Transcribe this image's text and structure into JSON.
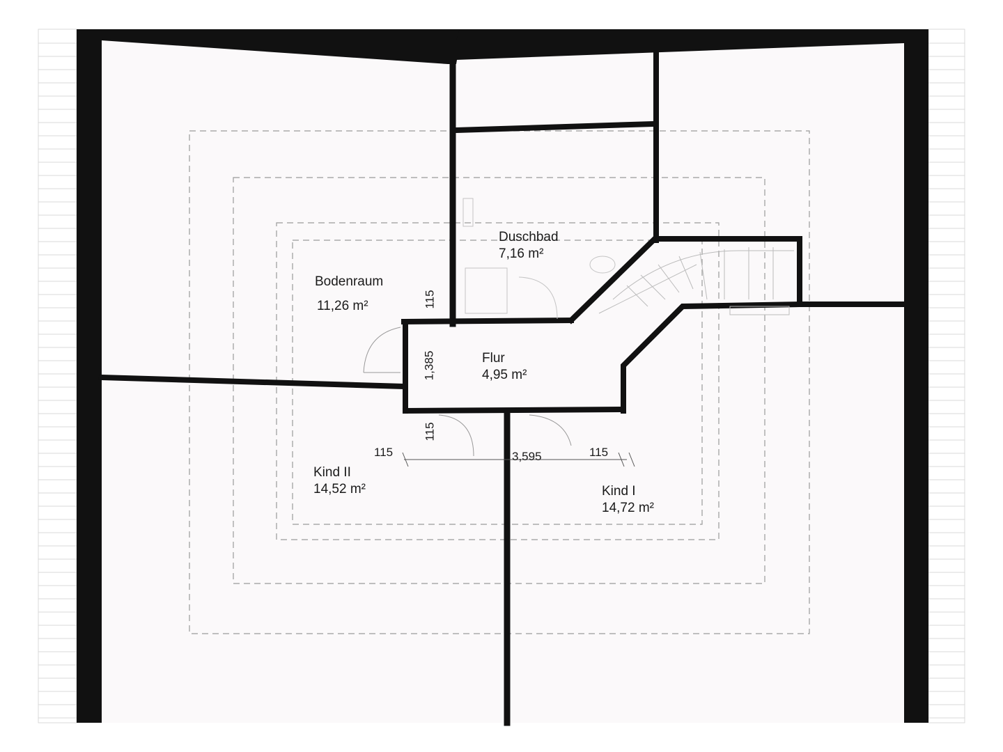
{
  "rooms": {
    "bodenraum": {
      "name": "Bodenraum",
      "area": "11,26 m²"
    },
    "duschbad": {
      "name": "Duschbad",
      "area": "7,16 m²"
    },
    "flur": {
      "name": "Flur",
      "area": "4,95 m²"
    },
    "kind2": {
      "name": "Kind II",
      "area": "14,52 m²"
    },
    "kind1": {
      "name": "Kind I",
      "area": "14,72 m²"
    }
  },
  "dimensions": {
    "wall_top": "115",
    "flur_width": "1,385",
    "wall_bottom": "115",
    "left_wall": "115",
    "span": "3,595",
    "right_wall": "115"
  },
  "colors": {
    "wall": "#111111",
    "paper": "#fbf9fa",
    "line": "#888888",
    "background": "#ffffff"
  }
}
